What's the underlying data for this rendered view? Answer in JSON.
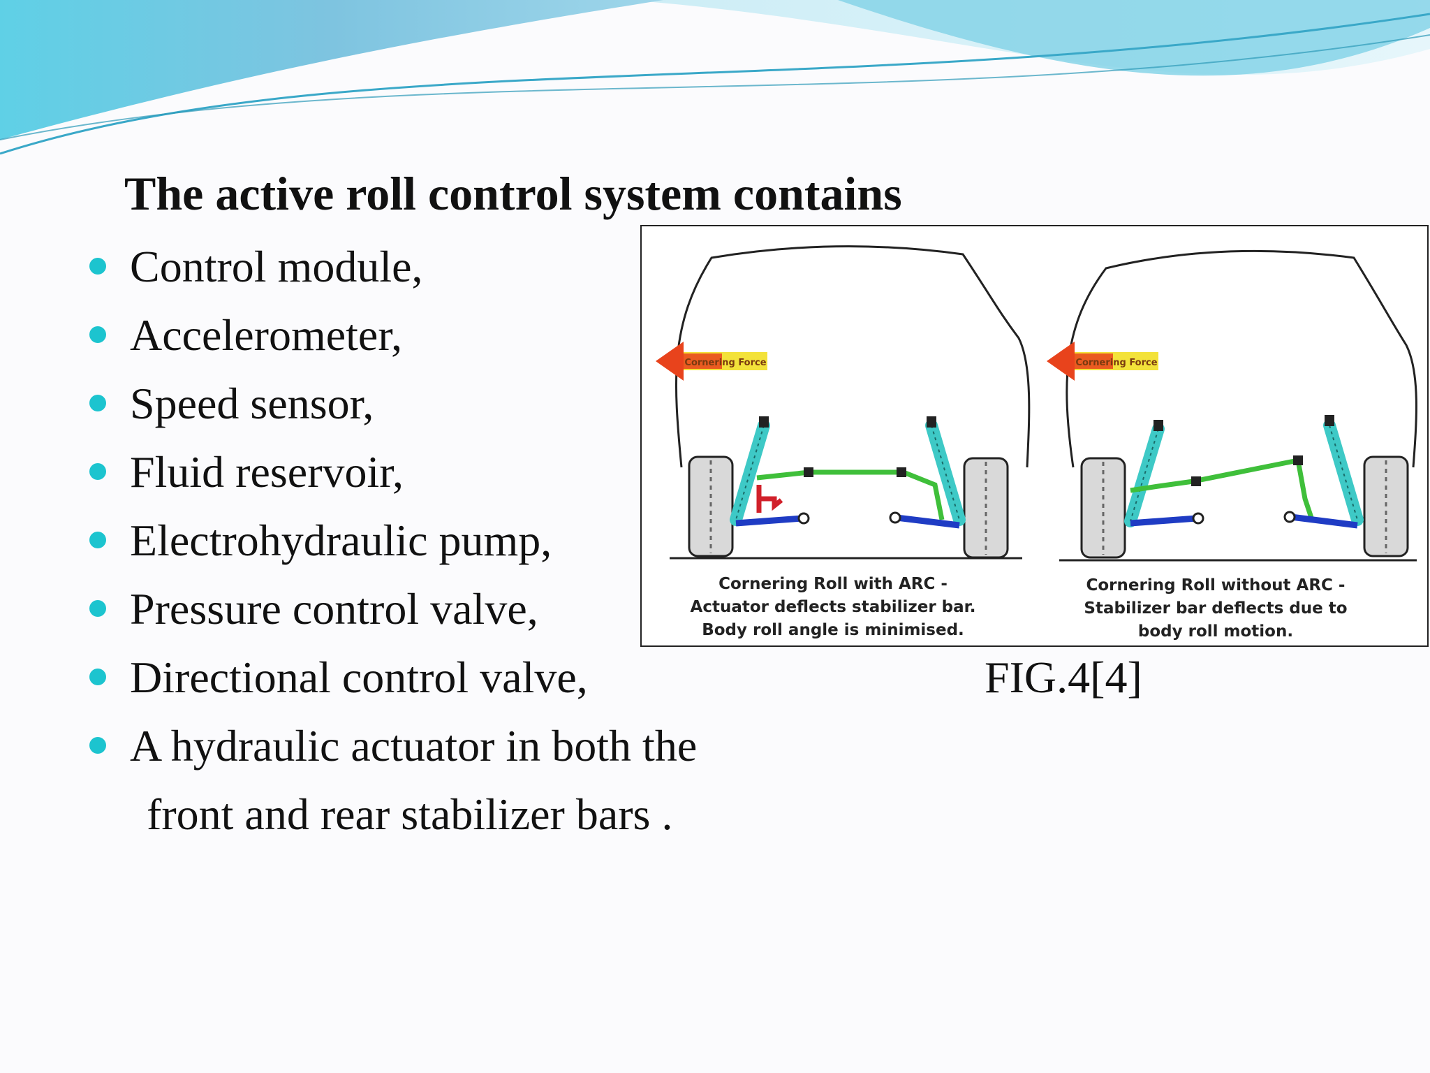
{
  "slide": {
    "title": "The active roll control system contains",
    "bullets": [
      "Control module,",
      "Accelerometer,",
      "Speed sensor,",
      "Fluid reservoir,",
      "Electrohydraulic pump,",
      "Pressure control valve,",
      "Directional control valve,",
      "A hydraulic actuator in both the"
    ],
    "bullet_continuation": "front and rear stabilizer bars .",
    "bullet_color": "#1cc4cf"
  },
  "figure": {
    "label": "FIG.4[4]",
    "left_panel": {
      "force_label": "Cornering Force",
      "caption": [
        "Cornering Roll with ARC -",
        "Actuator deflects stabilizer bar.",
        "Body roll angle is minimised."
      ]
    },
    "right_panel": {
      "force_label": "Cornering Force",
      "caption": [
        "Cornering Roll without ARC -",
        "Stabilizer bar deflects due to",
        "body roll motion."
      ]
    },
    "colors": {
      "arrow": "#e8431c",
      "arrow_label_bg": "#f3e23a",
      "shock": "#3ec9c6",
      "stabilizer_bar": "#3fbf3a",
      "control_arm": "#1f3cc4",
      "actuator": "#d1202a"
    }
  }
}
